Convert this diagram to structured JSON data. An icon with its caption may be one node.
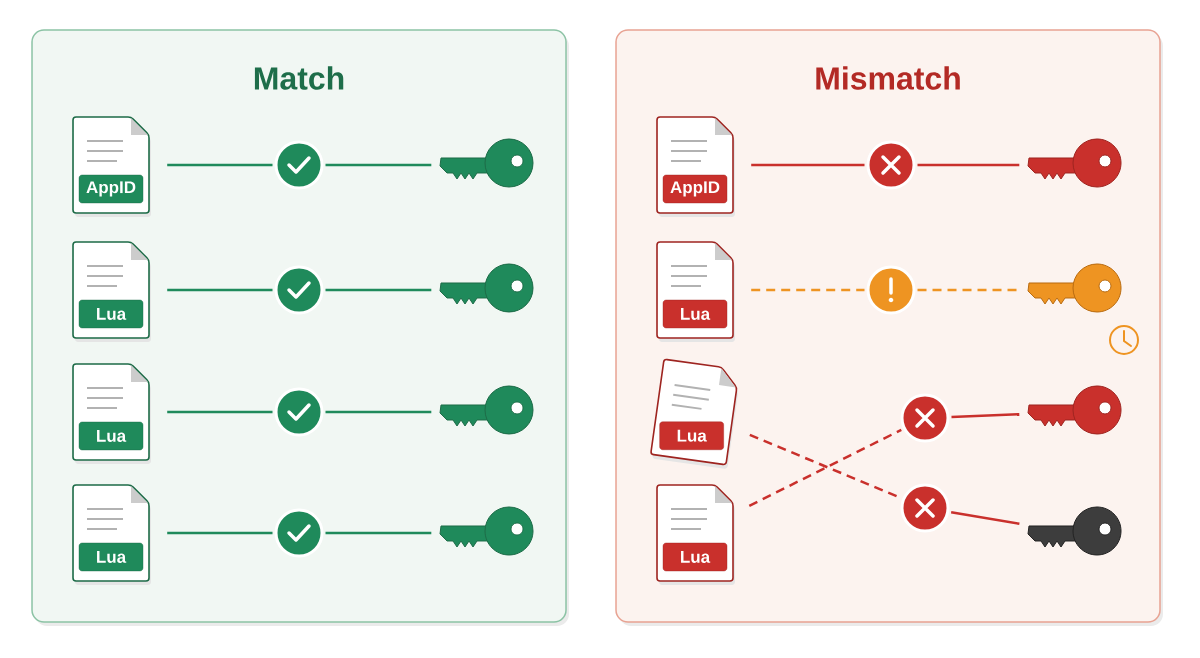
{
  "diagram": {
    "nodes": [
      {
        "text": [
          "Match"
        ]
      },
      {
        "text": [
          "AppID"
        ],
        "in": 0
      },
      {
        "text": [],
        "shape": "circle",
        "in": 0
      },
      {
        "text": [],
        "shape": "key",
        "in": 0
      },
      {
        "text": [
          "Lua"
        ],
        "in": 0
      },
      {
        "text": [],
        "shape": "circle",
        "in": 0
      },
      {
        "text": [],
        "shape": "key",
        "in": 0
      },
      {
        "text": [
          "Lua"
        ],
        "in": 0
      },
      {
        "text": [],
        "shape": "circle",
        "in": 0
      },
      {
        "text": [],
        "shape": "key",
        "in": 0
      },
      {
        "text": [
          "Lua"
        ],
        "in": 0
      },
      {
        "text": [],
        "shape": "circle",
        "in": 0
      },
      {
        "text": [],
        "shape": "key",
        "in": 0
      },
      {
        "text": [
          "Mismatch"
        ]
      },
      {
        "text": [
          "AppID"
        ],
        "in": 13
      },
      {
        "text": [],
        "shape": "circle",
        "in": 13
      },
      {
        "text": [],
        "shape": "key",
        "in": 13
      },
      {
        "text": [
          "Lua"
        ],
        "in": 13
      },
      {
        "text": [],
        "shape": "circle",
        "in": 13
      },
      {
        "text": [],
        "shape": "key",
        "in": 13
      },
      {
        "text": [
          "Lua"
        ],
        "in": 13
      },
      {
        "text": [],
        "shape": "circle",
        "in": 13
      },
      {
        "text": [],
        "shape": "key",
        "in": 13
      },
      {
        "text": [
          "Lua"
        ],
        "in": 13
      },
      {
        "text": [],
        "shape": "circle",
        "in": 13
      },
      {
        "text": [],
        "shape": "key",
        "in": 13
      }
    ],
    "edges": [
      {
        "from": 1,
        "to": 2,
        "arrow": "none",
        "color": "#1f8a5b"
      },
      {
        "from": 2,
        "to": 3,
        "arrow": "none",
        "color": "#1f8a5b"
      },
      {
        "from": 4,
        "to": 5,
        "arrow": "none",
        "color": "#1f8a5b"
      },
      {
        "from": 5,
        "to": 6,
        "arrow": "none",
        "color": "#1f8a5b"
      },
      {
        "from": 7,
        "to": 8,
        "arrow": "none",
        "color": "#1f8a5b"
      },
      {
        "from": 8,
        "to": 9,
        "arrow": "none",
        "color": "#1f8a5b"
      },
      {
        "from": 10,
        "to": 11,
        "arrow": "none",
        "color": "#1f8a5b"
      },
      {
        "from": 11,
        "to": 12,
        "arrow": "none",
        "color": "#1f8a5b"
      },
      {
        "from": 14,
        "to": 15,
        "arrow": "none",
        "color": "#c9302c"
      },
      {
        "from": 15,
        "to": 16,
        "arrow": "none",
        "color": "#c9302c"
      },
      {
        "from": 17,
        "to": 18,
        "arrow": "none",
        "style": "dashed",
        "color": "#ee9422"
      },
      {
        "from": 18,
        "to": 19,
        "arrow": "none",
        "style": "dashed",
        "color": "#ee9422"
      },
      {
        "from": 20,
        "to": 24,
        "arrow": "none",
        "style": "dashed",
        "color": "#c9302c"
      },
      {
        "from": 23,
        "to": 21,
        "arrow": "none",
        "style": "dashed",
        "color": "#c9302c"
      },
      {
        "from": 21,
        "to": 22,
        "arrow": "none",
        "color": "#c9302c"
      },
      {
        "from": 24,
        "to": 25,
        "arrow": "none",
        "color": "#c9302c"
      }
    ]
  }
}
